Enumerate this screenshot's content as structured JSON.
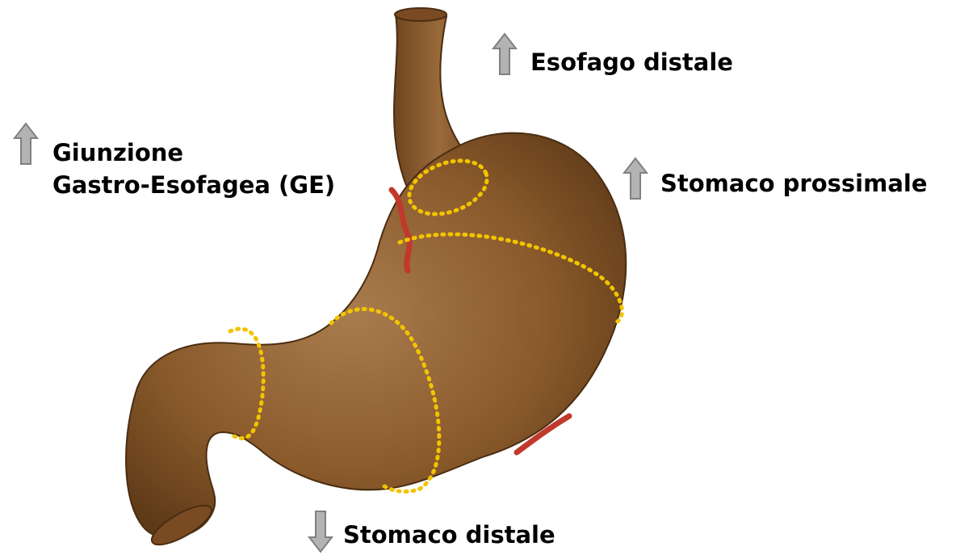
{
  "labels": {
    "esofago": "Esofago distale",
    "giunzione_line1": "Giunzione",
    "giunzione_line2": "Gastro-Esofagea (GE)",
    "stomaco_prossimale": "Stomaco prossimale",
    "stomaco_distale": "Stomaco distale"
  },
  "arrows": {
    "esofago": "up",
    "giunzione": "up",
    "stomaco_prossimale": "up",
    "stomaco_distale": "down"
  },
  "colors": {
    "stomach_fill": "#8a5a2b",
    "stomach_dark": "#5e3a18",
    "stomach_highlight": "#a97c4e",
    "boundary_dots": "#f2c400",
    "vessel": "#c0392b",
    "arrow_fill": "#b3b3b3",
    "arrow_stroke": "#808080"
  }
}
